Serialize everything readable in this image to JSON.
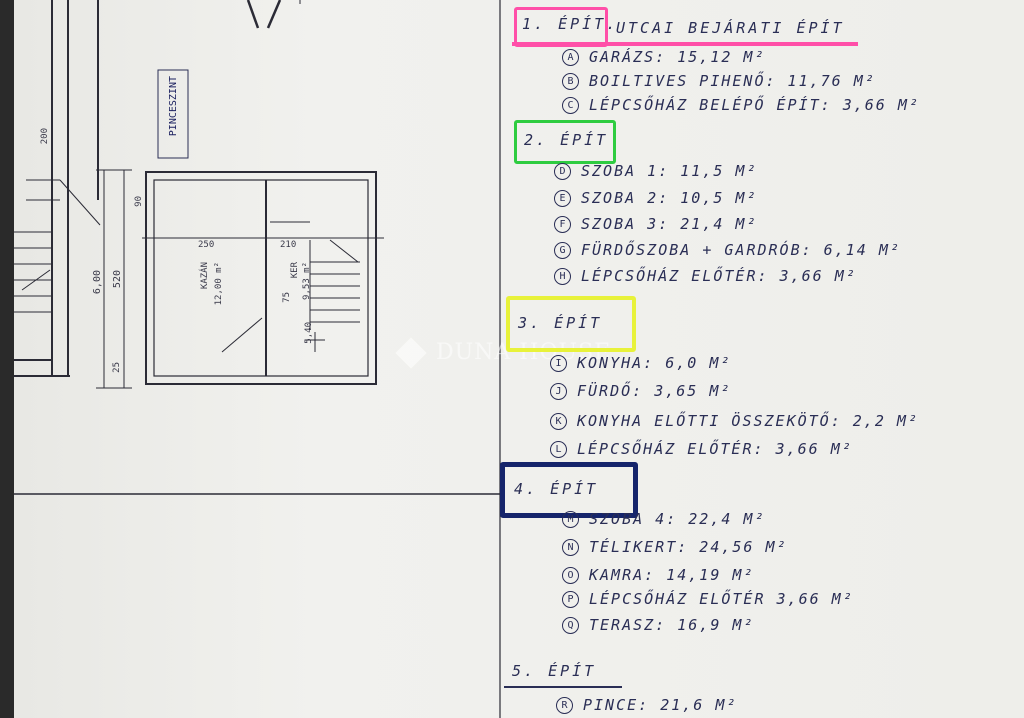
{
  "watermark": "DUNA HOUSE",
  "plan": {
    "boiler_room_label": "KAZÁN",
    "boiler_room_area": "12,00 m²",
    "room2_label": "KER",
    "room2_area": "9,53 m²",
    "stair_label": "PINCESZINT",
    "dim_height_1": "6,00",
    "dim_height_2": "520",
    "dim_1": "25",
    "dim_2": "90",
    "dim_3": "250",
    "dim_4": "210",
    "dim_5": "5,40",
    "dim_6": "200",
    "dim_7": "75"
  },
  "sections": [
    {
      "number": "1.",
      "title": "ÉPÍT.",
      "subtitle": "UTCAI BEJÁRATI ÉPÍT",
      "highlight": "#ff4fa8",
      "items": [
        {
          "letter": "A",
          "text": "GARÁZS: 15,12 m²"
        },
        {
          "letter": "B",
          "text": "BOILTIVES PIHENŐ: 11,76 m²"
        },
        {
          "letter": "C",
          "text": "LÉPCSŐHÁZ BELÉPŐ ÉPÍT: 3,66 m²"
        }
      ]
    },
    {
      "number": "2.",
      "title": "ÉPÍT",
      "highlight": "#2ecc40",
      "items": [
        {
          "letter": "D",
          "text": "SZOBA 1: 11,5 m²"
        },
        {
          "letter": "E",
          "text": "SZOBA 2: 10,5 m²"
        },
        {
          "letter": "F",
          "text": "SZOBA 3: 21,4 m²"
        },
        {
          "letter": "G",
          "text": "FÜRDŐSZOBA + GARDRÓB: 6,14 m²"
        },
        {
          "letter": "H",
          "text": "LÉPCSŐHÁZ ELŐTÉR: 3,66 m²"
        }
      ]
    },
    {
      "number": "3.",
      "title": "ÉPÍT",
      "highlight": "#e8f23a",
      "items": [
        {
          "letter": "I",
          "text": "KONYHA: 6,0 m²"
        },
        {
          "letter": "J",
          "text": "FÜRDŐ: 3,65 m²"
        },
        {
          "letter": "K",
          "text": "KONYHA ELŐTTI ÖSSZEKÖTŐ: 2,2 m²"
        },
        {
          "letter": "L",
          "text": "LÉPCSŐHÁZ ELŐTÉR: 3,66 m²"
        }
      ]
    },
    {
      "number": "4.",
      "title": "ÉPÍT",
      "highlight": "#15246b",
      "items": [
        {
          "letter": "M",
          "text": "SZOBA 4: 22,4 m²"
        },
        {
          "letter": "N",
          "text": "TÉLIKERT: 24,56 m²"
        },
        {
          "letter": "O",
          "text": "KAMRA: 14,19 m²"
        },
        {
          "letter": "P",
          "text": "LÉPCSŐHÁZ ELŐTÉR 3,66 m²"
        },
        {
          "letter": "Q",
          "text": "TERASZ: 16,9 m²"
        }
      ]
    },
    {
      "number": "5.",
      "title": "ÉPÍT",
      "highlight": "none",
      "items": [
        {
          "letter": "R",
          "text": "PINCE: 21,6 m²"
        }
      ]
    }
  ]
}
